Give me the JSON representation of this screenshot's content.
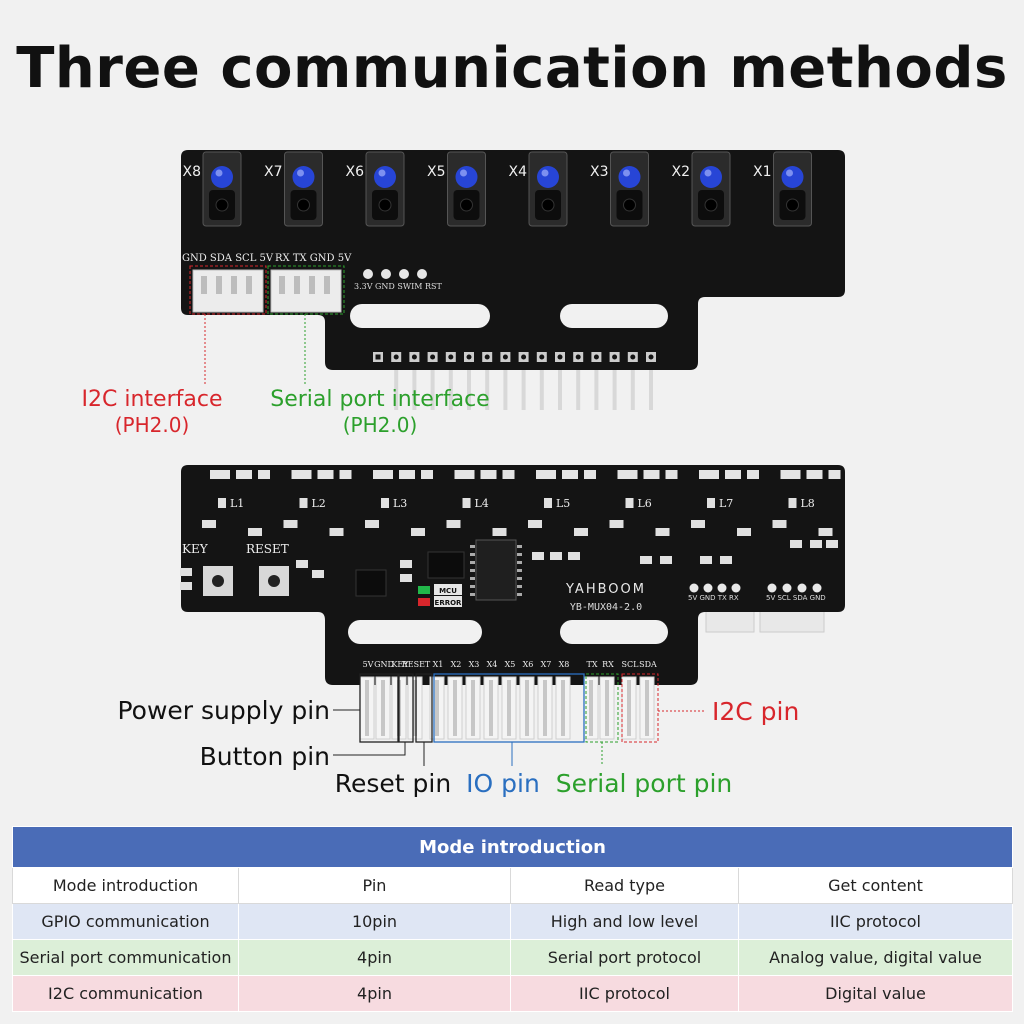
{
  "title": "Three communication methods",
  "top_board": {
    "channels": [
      "X8",
      "X7",
      "X6",
      "X5",
      "X4",
      "X3",
      "X2",
      "X1"
    ],
    "i2c_header_pins": "GND SDA SCL 5V",
    "serial_header_pins": "RX TX GND 5V",
    "swim_pins": "3.3V GND SWIM RST",
    "i2c_label": "I2C interface",
    "i2c_sub": "(PH2.0)",
    "serial_label": "Serial port interface",
    "serial_sub": "(PH2.0)"
  },
  "bottom_board": {
    "leds": [
      "L1",
      "L2",
      "L3",
      "L4",
      "L5",
      "L6",
      "L7",
      "L8"
    ],
    "key_label": "KEY",
    "reset_label": "RESET",
    "brand": "YAHBOOM",
    "model": "YB-MUX04-2.0",
    "mcu_label": "MCU",
    "error_label": "ERROR",
    "right_pins_1": "5V GND TX RX",
    "right_pins_2": "5V SCL SDA GND",
    "header_pins": [
      "5V",
      "GND",
      "KEY",
      "RESET",
      "X1",
      "X2",
      "X3",
      "X4",
      "X5",
      "X6",
      "X7",
      "X8",
      "TX",
      "RX",
      "SCL",
      "SDA"
    ],
    "power_label": "Power supply pin",
    "button_label": "Button pin",
    "reset_pin_label": "Reset pin",
    "io_label": "IO pin",
    "serial_pin_label": "Serial port pin",
    "i2c_pin_label": "I2C pin"
  },
  "colors": {
    "red": "#d8262c",
    "green": "#2ca02c",
    "blue": "#2a6fc0",
    "header": "#4a6cb7"
  },
  "table": {
    "heading": "Mode introduction",
    "columns": [
      "Mode introduction",
      "Pin",
      "Read type",
      "Get content"
    ],
    "rows": [
      [
        "GPIO communication",
        "10pin",
        "High and low level",
        "IIC protocol"
      ],
      [
        "Serial port communication",
        "4pin",
        "Serial port protocol",
        "Analog value, digital value"
      ],
      [
        "I2C communication",
        "4pin",
        "IIC protocol",
        "Digital value"
      ]
    ]
  }
}
